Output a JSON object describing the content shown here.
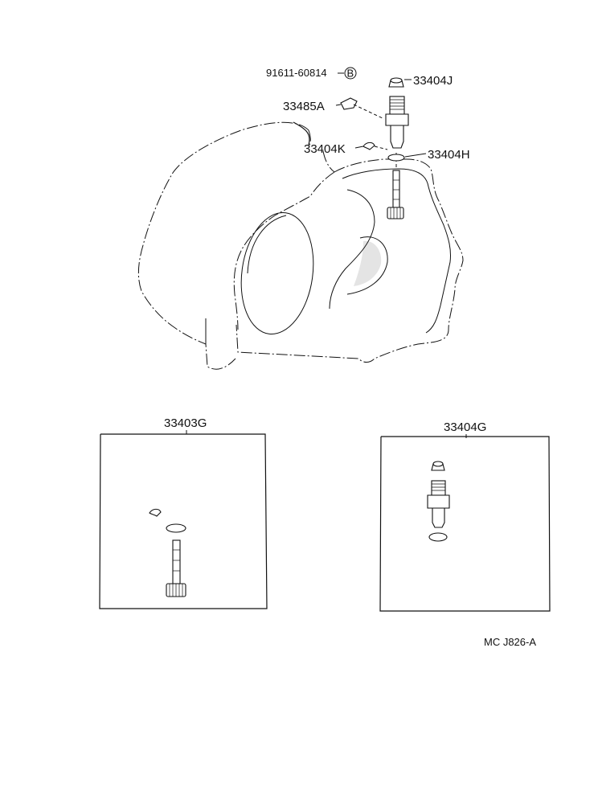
{
  "callouts": {
    "bolt": "91611-60814",
    "bolt_marker": "B",
    "cap": "33404J",
    "plate": "33485A",
    "clip": "33404K",
    "oring": "33404H"
  },
  "kits": [
    {
      "label": "33403G"
    },
    {
      "label": "33404G"
    }
  ],
  "figure_code": "MC J826-A"
}
